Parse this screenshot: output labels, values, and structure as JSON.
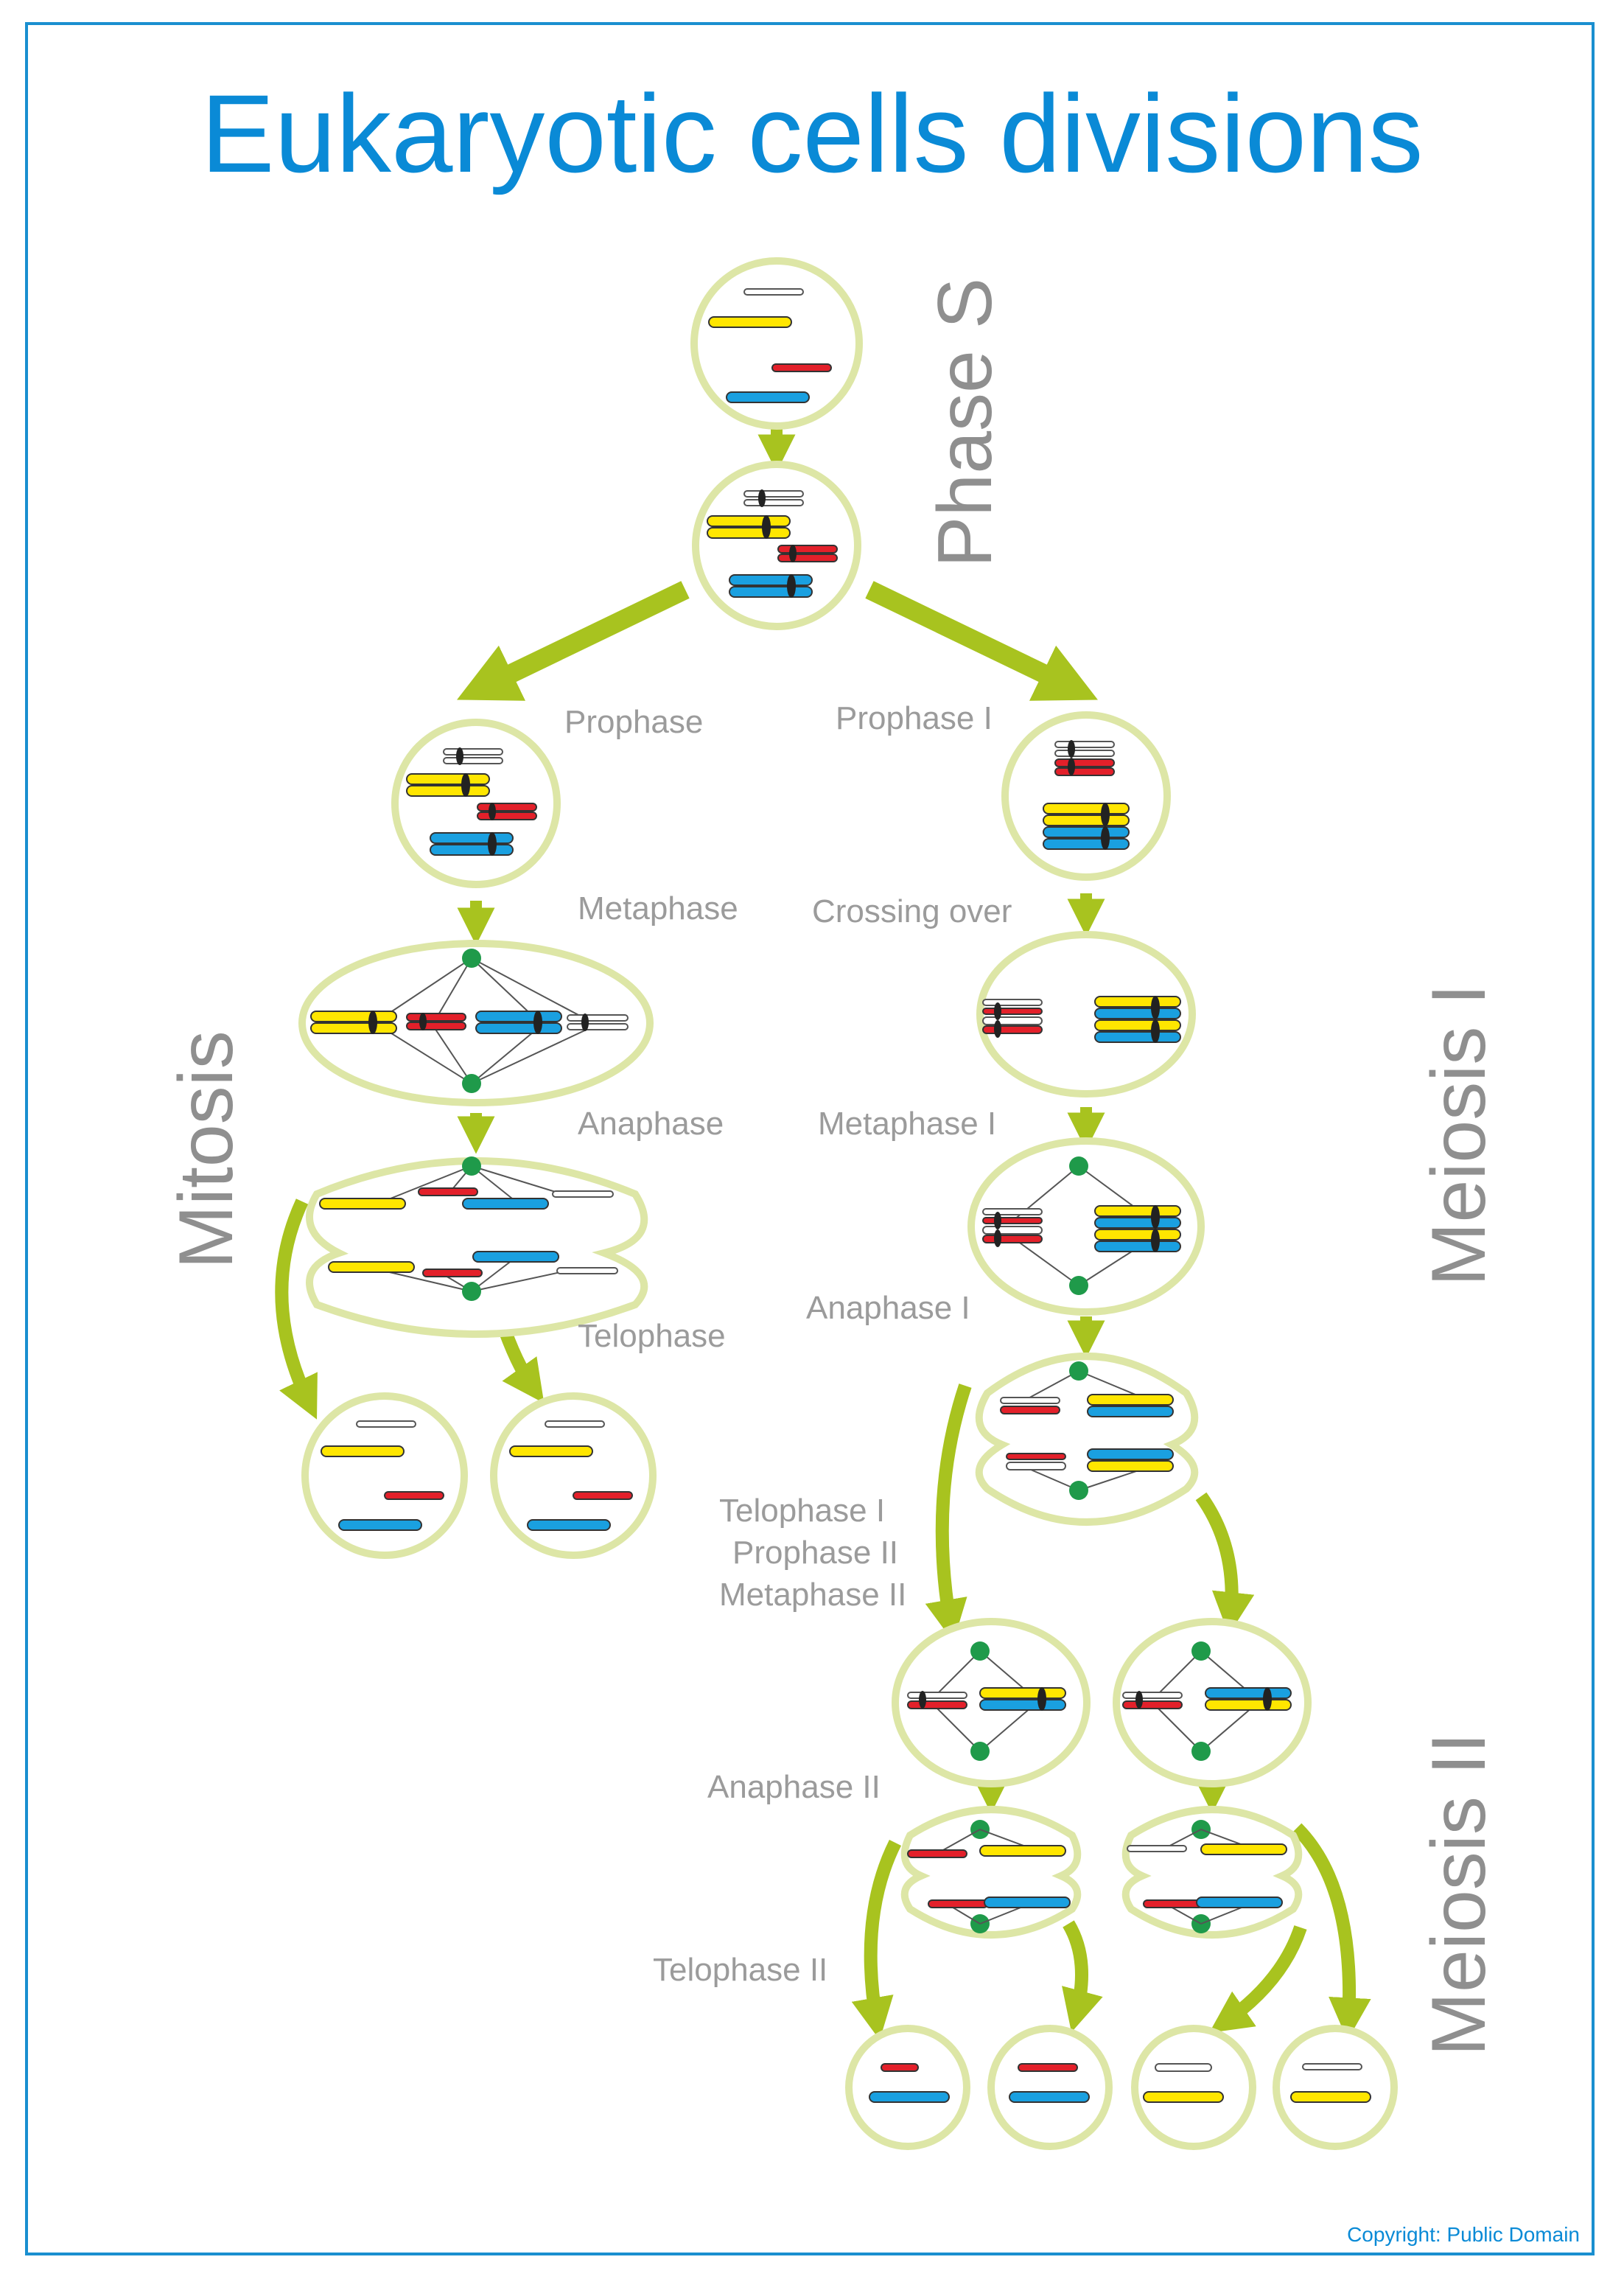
{
  "title": "Eukaryotic cells divisions",
  "copyright": "Copyright: Public Domain",
  "phases": {
    "phase_s": "Phase S",
    "mitosis": "Mitosis",
    "meiosis_1": "Meiosis I",
    "meiosis_2": "Meiosis II"
  },
  "stages": {
    "prophase": "Prophase",
    "metaphase": "Metaphase",
    "anaphase": "Anaphase",
    "telophase": "Telophase",
    "prophase_1": "Prophase I",
    "crossing_over": "Crossing over",
    "metaphase_1": "Metaphase I",
    "anaphase_1": "Anaphase I",
    "telophase_1": "Telophase I",
    "prophase_2": "Prophase II",
    "metaphase_2": "Metaphase II",
    "anaphase_2": "Anaphase II",
    "telophase_2": "Telophase II"
  },
  "colors": {
    "frame": "#1a8fd0",
    "title": "#0a8ad6",
    "cell_fill": "#ffffff",
    "cell_border": "#dde6a6",
    "arrow": "#a8c31f",
    "centrosome": "#1f9a4a",
    "yellow": "#ffe600",
    "red": "#e3202a",
    "blue": "#1aa0e0",
    "white": "#ffffff",
    "stage_text": "#9b9b9b",
    "phase_text": "#8f8f8f"
  }
}
